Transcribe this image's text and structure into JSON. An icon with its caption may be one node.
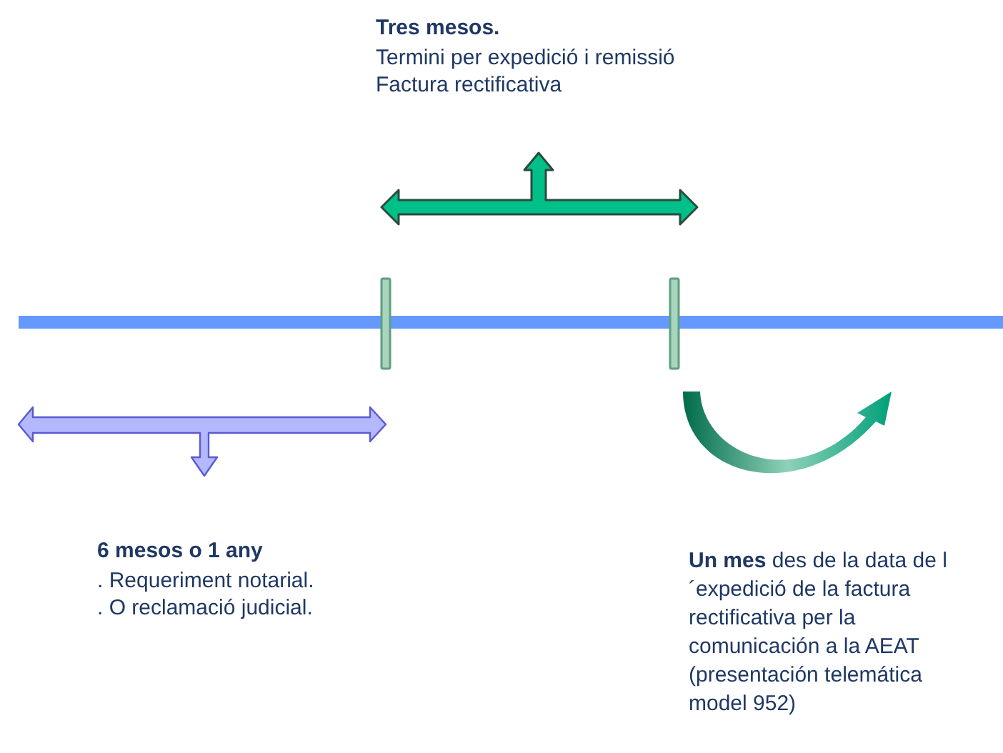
{
  "diagram": {
    "labels": [
      "Tres mesos.",
      "Termini per expedició i remissió",
      "Factura rectificativa",
      "6 mesos o 1 any",
      ". Requeriment notarial.",
      ". O reclamació judicial.",
      "**Un mes** des de la data de l´expedició de la factura rectificativa per la comunicación a la AEAT (presentación telemática model 952)"
    ]
  }
}
